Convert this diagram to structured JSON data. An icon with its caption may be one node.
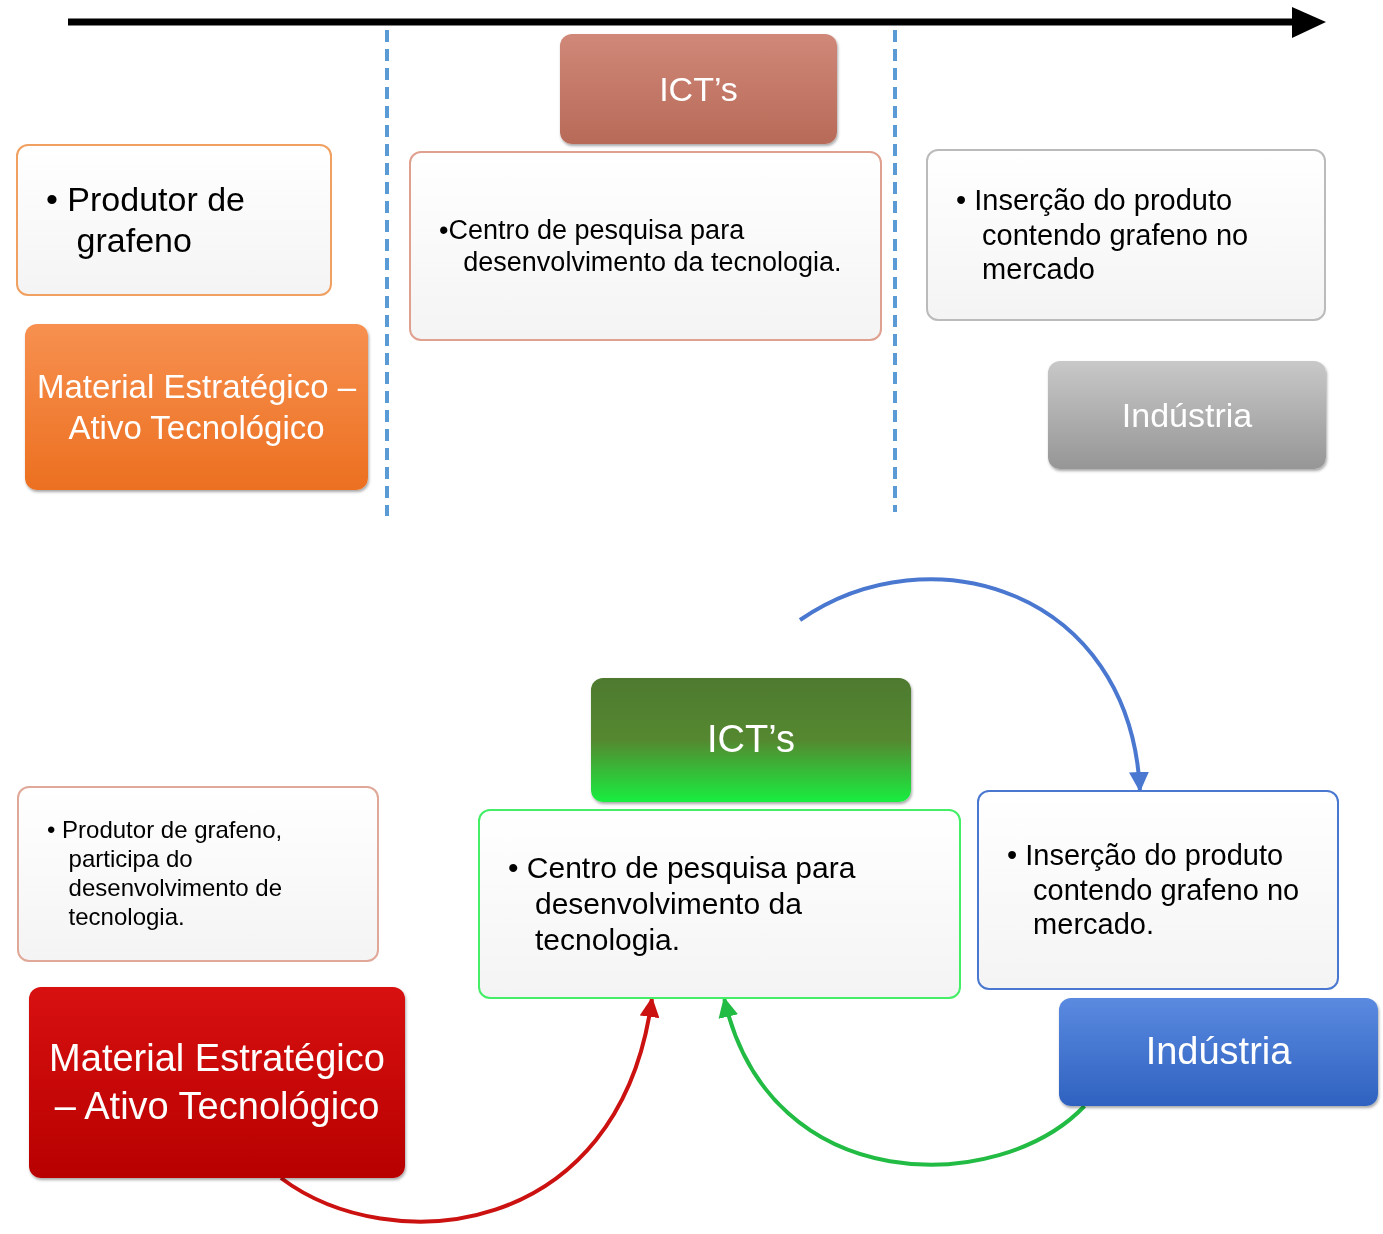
{
  "diagram": {
    "nodes": [
      {
        "text": [
          "• Produtor de grafeno"
        ]
      },
      {
        "text": [
          "Material Estratégico – Ativo Tecnológico"
        ]
      },
      {
        "text": [
          "ICT’s"
        ]
      },
      {
        "text": [
          "•Centro de pesquisa para desenvolvimento da tecnologia."
        ]
      },
      {
        "text": [
          "• Inserção do produto contendo grafeno no mercado"
        ]
      },
      {
        "text": [
          "Indústria"
        ]
      },
      {
        "text": [
          "• Produtor de grafeno, participa do desenvolvimento de tecnologia."
        ]
      },
      {
        "text": [
          "Material Estratégico – Ativo Tecnológico"
        ]
      },
      {
        "text": [
          "ICT’s"
        ]
      },
      {
        "text": [
          "• Centro de pesquisa para desenvolvimento da tecnologia."
        ]
      },
      {
        "text": [
          "• Inserção do produto contendo grafeno no mercado."
        ]
      },
      {
        "text": [
          "Indústria"
        ]
      }
    ],
    "edges": [
      {
        "from": 7,
        "to": 9,
        "arrow": "to",
        "color": "#cc1111"
      },
      {
        "from": 11,
        "to": 9,
        "arrow": "to",
        "color": "#22bb44"
      },
      {
        "from": null,
        "to": 10,
        "arrow": "to",
        "color": "#4a78d0"
      }
    ]
  }
}
